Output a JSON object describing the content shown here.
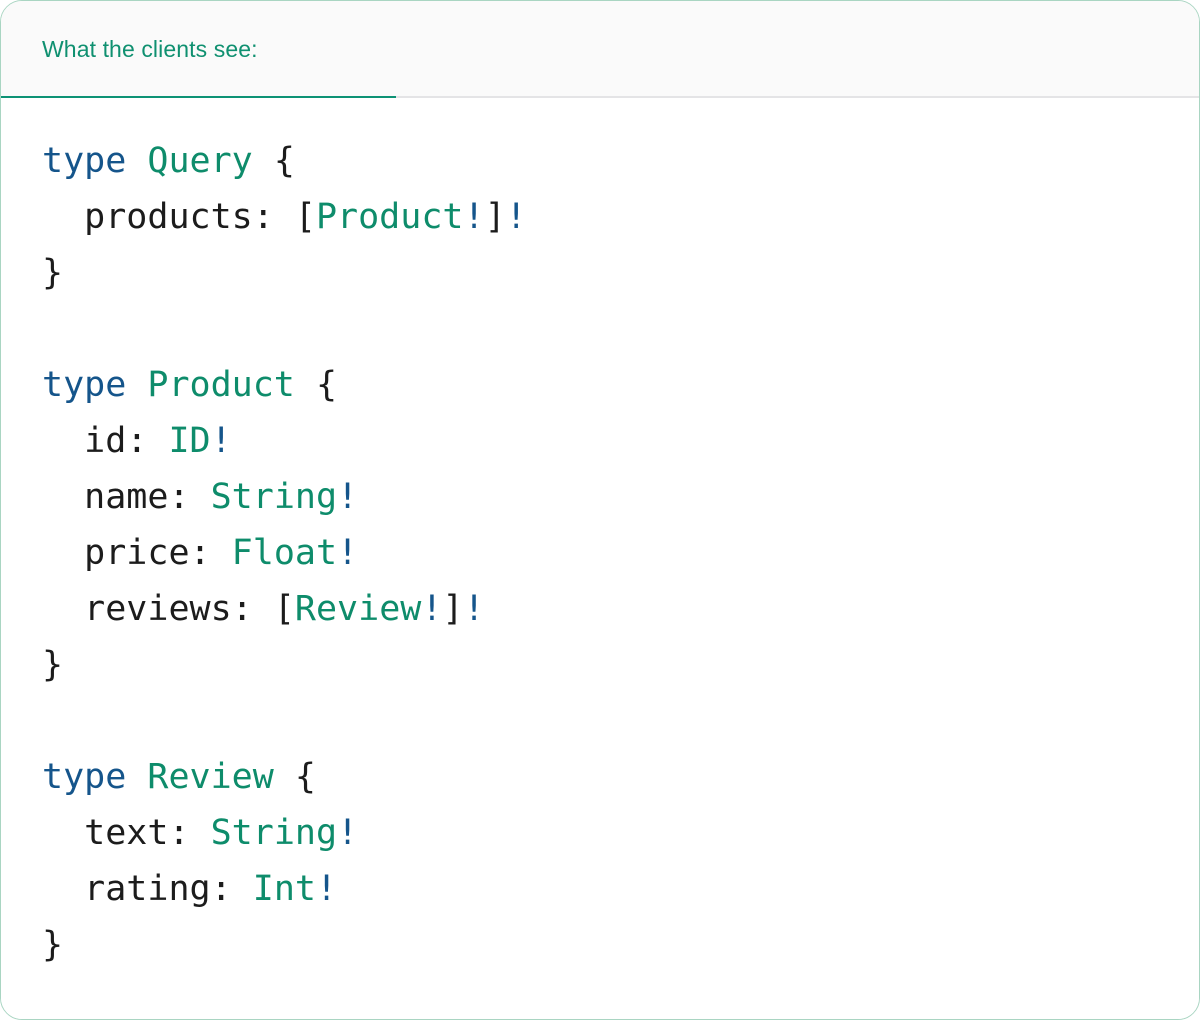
{
  "card": {
    "border_color": "#a9d5c2",
    "background": "#ffffff"
  },
  "tabbar": {
    "background": "#fafafa",
    "divider_color": "#e4e4e6",
    "active_tab": {
      "label": "What the clients see:",
      "text_color": "#0f9070",
      "underline_color": "#0d9275"
    }
  },
  "code": {
    "language": "graphql",
    "colors": {
      "keyword": "#15558b",
      "type_name": "#0e8c6b",
      "field_name": "#1c1c1c",
      "punctuation": "#1c1c1c",
      "non_null_bang": "#15558b"
    },
    "plain_text": "type Query {\n  products: [Product!]!\n}\n\ntype Product {\n  id: ID!\n  name: String!\n  price: Float!\n  reviews: [Review!]!\n}\n\ntype Review {\n  text: String!\n  rating: Int!\n}",
    "lines": [
      {
        "indent": 0,
        "tokens": [
          {
            "t": "type",
            "k": "kw"
          },
          {
            "t": " ",
            "k": "plain"
          },
          {
            "t": "Query",
            "k": "type"
          },
          {
            "t": " ",
            "k": "plain"
          },
          {
            "t": "{",
            "k": "punct"
          }
        ]
      },
      {
        "indent": 2,
        "tokens": [
          {
            "t": "products",
            "k": "field"
          },
          {
            "t": ": ",
            "k": "punct"
          },
          {
            "t": "[",
            "k": "punct"
          },
          {
            "t": "Product",
            "k": "type"
          },
          {
            "t": "!",
            "k": "bang"
          },
          {
            "t": "]",
            "k": "punct"
          },
          {
            "t": "!",
            "k": "bang"
          }
        ]
      },
      {
        "indent": 0,
        "tokens": [
          {
            "t": "}",
            "k": "punct"
          }
        ]
      },
      {
        "indent": 0,
        "tokens": []
      },
      {
        "indent": 0,
        "tokens": [
          {
            "t": "type",
            "k": "kw"
          },
          {
            "t": " ",
            "k": "plain"
          },
          {
            "t": "Product",
            "k": "type"
          },
          {
            "t": " ",
            "k": "plain"
          },
          {
            "t": "{",
            "k": "punct"
          }
        ]
      },
      {
        "indent": 2,
        "tokens": [
          {
            "t": "id",
            "k": "field"
          },
          {
            "t": ": ",
            "k": "punct"
          },
          {
            "t": "ID",
            "k": "type"
          },
          {
            "t": "!",
            "k": "bang"
          }
        ]
      },
      {
        "indent": 2,
        "tokens": [
          {
            "t": "name",
            "k": "field"
          },
          {
            "t": ": ",
            "k": "punct"
          },
          {
            "t": "String",
            "k": "type"
          },
          {
            "t": "!",
            "k": "bang"
          }
        ]
      },
      {
        "indent": 2,
        "tokens": [
          {
            "t": "price",
            "k": "field"
          },
          {
            "t": ": ",
            "k": "punct"
          },
          {
            "t": "Float",
            "k": "type"
          },
          {
            "t": "!",
            "k": "bang"
          }
        ]
      },
      {
        "indent": 2,
        "tokens": [
          {
            "t": "reviews",
            "k": "field"
          },
          {
            "t": ": ",
            "k": "punct"
          },
          {
            "t": "[",
            "k": "punct"
          },
          {
            "t": "Review",
            "k": "type"
          },
          {
            "t": "!",
            "k": "bang"
          },
          {
            "t": "]",
            "k": "punct"
          },
          {
            "t": "!",
            "k": "bang"
          }
        ]
      },
      {
        "indent": 0,
        "tokens": [
          {
            "t": "}",
            "k": "punct"
          }
        ]
      },
      {
        "indent": 0,
        "tokens": []
      },
      {
        "indent": 0,
        "tokens": [
          {
            "t": "type",
            "k": "kw"
          },
          {
            "t": " ",
            "k": "plain"
          },
          {
            "t": "Review",
            "k": "type"
          },
          {
            "t": " ",
            "k": "plain"
          },
          {
            "t": "{",
            "k": "punct"
          }
        ]
      },
      {
        "indent": 2,
        "tokens": [
          {
            "t": "text",
            "k": "field"
          },
          {
            "t": ": ",
            "k": "punct"
          },
          {
            "t": "String",
            "k": "type"
          },
          {
            "t": "!",
            "k": "bang"
          }
        ]
      },
      {
        "indent": 2,
        "tokens": [
          {
            "t": "rating",
            "k": "field"
          },
          {
            "t": ": ",
            "k": "punct"
          },
          {
            "t": "Int",
            "k": "type"
          },
          {
            "t": "!",
            "k": "bang"
          }
        ]
      },
      {
        "indent": 0,
        "tokens": [
          {
            "t": "}",
            "k": "punct"
          }
        ]
      }
    ]
  }
}
